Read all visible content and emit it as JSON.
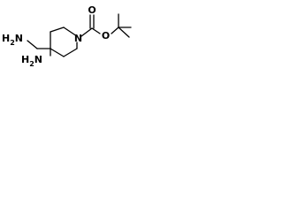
{
  "molecule": {
    "atoms": {
      "ring_nitrogen": "N",
      "carbonyl_oxygen": "O",
      "ester_oxygen": "O",
      "aminomethyl_amine": "H2N",
      "ring_amine": "H2N"
    }
  }
}
